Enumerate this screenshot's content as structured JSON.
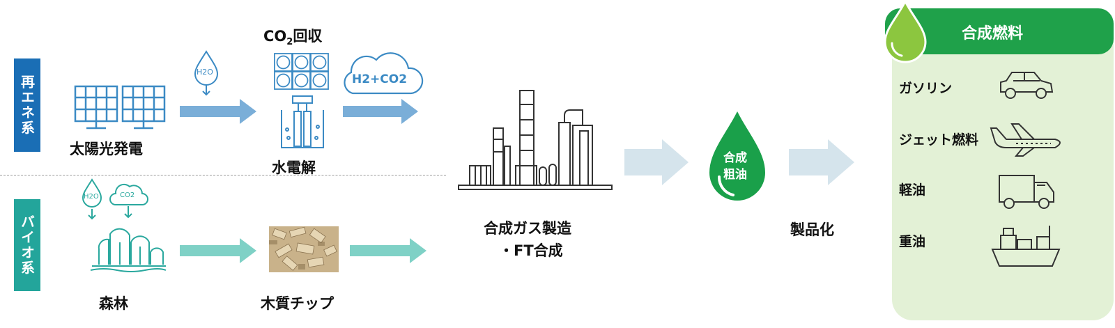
{
  "labels": {
    "renewable_tag": "再エネ系",
    "bio_tag": "バイオ系",
    "solar": "太陽光発電",
    "co2_capture_prefix": "CO",
    "co2_capture_sub": "2",
    "co2_capture_suffix": "回収",
    "electrolysis": "水電解",
    "forest": "森林",
    "wood_chip": "木質チップ",
    "h2o_small": "H2O",
    "h2_co2_cloud": "H2+CO2",
    "forest_h2o": "H2O",
    "forest_co2": "CO2",
    "synthesis_line1": "合成ガス製造",
    "synthesis_line2": "・FT合成",
    "crude_line1": "合成",
    "crude_line2": "粗油",
    "productization": "製品化"
  },
  "panel": {
    "title": "合成燃料",
    "items": [
      {
        "label": "ガソリン",
        "icon": "car-icon"
      },
      {
        "label": "ジェット燃料",
        "icon": "airplane-icon"
      },
      {
        "label": "軽油",
        "icon": "truck-icon"
      },
      {
        "label": "重油",
        "icon": "ship-icon"
      }
    ]
  },
  "colors": {
    "renewable_blue": "#1a6eb5",
    "bio_teal": "#23a59b",
    "arrow_blue": "#7aaed8",
    "arrow_teal": "#7fd1c6",
    "arrow_light": "#d5e4ec",
    "icon_blue": "#3b8ac4",
    "icon_teal": "#2aa89e",
    "green_dark": "#1fa14a",
    "panel_bg": "#e3f1d6"
  }
}
